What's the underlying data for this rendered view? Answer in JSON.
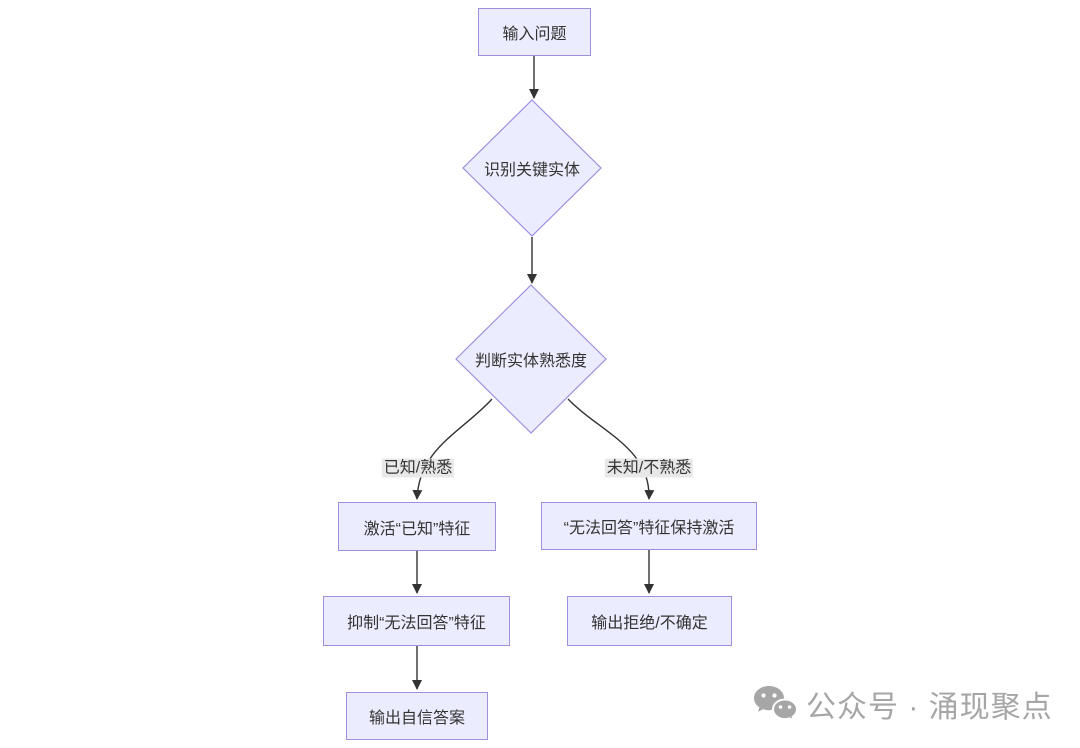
{
  "diagram": {
    "nodes": {
      "input": {
        "label": "输入问题"
      },
      "identify": {
        "label": "识别关键实体"
      },
      "judge": {
        "label": "判断实体熟悉度"
      },
      "activate_known": {
        "label": "激活“已知”特征"
      },
      "suppress_unable": {
        "label": "抑制“无法回答”特征"
      },
      "output_confident": {
        "label": "输出自信答案"
      },
      "keep_unable_active": {
        "label": "“无法回答”特征保持激活"
      },
      "output_refusal": {
        "label": "输出拒绝/不确定"
      }
    },
    "edge_labels": {
      "known": "已知/熟悉",
      "unknown": "未知/不熟悉"
    }
  },
  "watermark": {
    "icon": "wechat-icon",
    "text": "公众号 · 涌现聚点"
  },
  "colors": {
    "node_fill": "#ECECFF",
    "node_border": "#9f8fdd",
    "edge_line": "#333333",
    "edge_label_bg": "#e8e8e8",
    "text": "#333333",
    "watermark": "#a6a6a6",
    "bg": "#ffffff"
  }
}
